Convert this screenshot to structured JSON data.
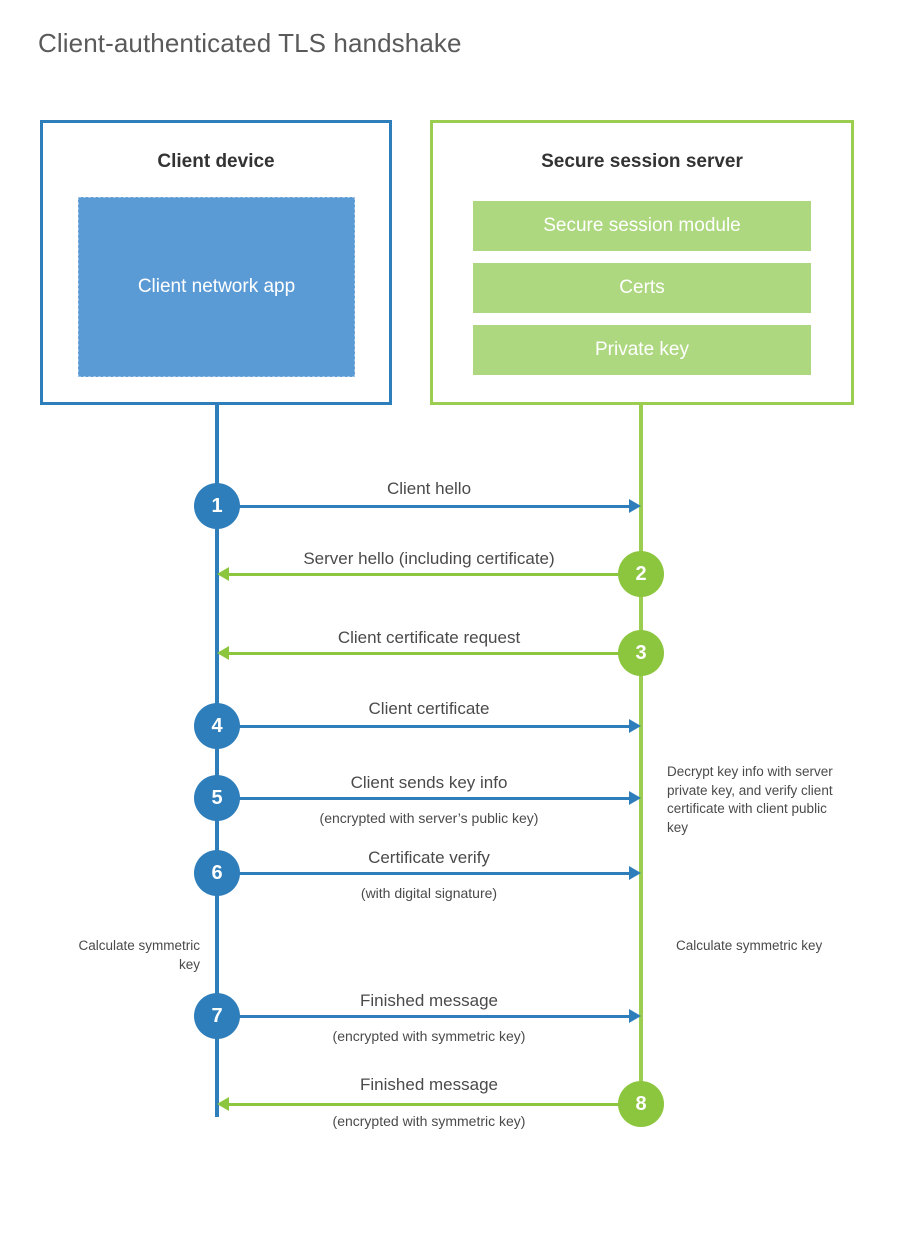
{
  "title": "Client-authenticated TLS handshake",
  "colors": {
    "client_accent": "#2e7ebb",
    "server_accent": "#8cc63f",
    "client_block_fill": "#5b9bd5",
    "server_bar_fill": "#add880",
    "title_text": "#5a5a5a",
    "body_text": "#4a4a4a"
  },
  "client": {
    "title": "Client device",
    "app_label": "Client network app"
  },
  "server": {
    "title": "Secure session server",
    "bars": [
      {
        "label": "Secure session module"
      },
      {
        "label": "Certs"
      },
      {
        "label": "Private key"
      }
    ]
  },
  "messages": [
    {
      "step": "1",
      "label": "Client hello",
      "sublabel": "",
      "direction": "client-to-server",
      "color": "blue"
    },
    {
      "step": "2",
      "label": "Server hello (including certificate)",
      "sublabel": "",
      "direction": "server-to-client",
      "color": "green"
    },
    {
      "step": "3",
      "label": "Client certificate request",
      "sublabel": "",
      "direction": "server-to-client",
      "color": "green"
    },
    {
      "step": "4",
      "label": "Client certificate",
      "sublabel": "",
      "direction": "client-to-server",
      "color": "blue"
    },
    {
      "step": "5",
      "label": "Client sends key info",
      "sublabel": "(encrypted with server’s public key)",
      "direction": "client-to-server",
      "color": "blue"
    },
    {
      "step": "6",
      "label": "Certificate verify",
      "sublabel": "(with digital signature)",
      "direction": "client-to-server",
      "color": "blue"
    },
    {
      "step": "7",
      "label": "Finished message",
      "sublabel": "(encrypted with symmetric key)",
      "direction": "client-to-server",
      "color": "blue"
    },
    {
      "step": "8",
      "label": "Finished message",
      "sublabel": "(encrypted with symmetric key)",
      "direction": "server-to-client",
      "color": "green"
    }
  ],
  "notes": {
    "server_decrypt": "Decrypt key info with server private key, and verify client certificate with client public key",
    "client_calculate": "Calculate symmetric key",
    "server_calculate": "Calculate symmetric key"
  }
}
